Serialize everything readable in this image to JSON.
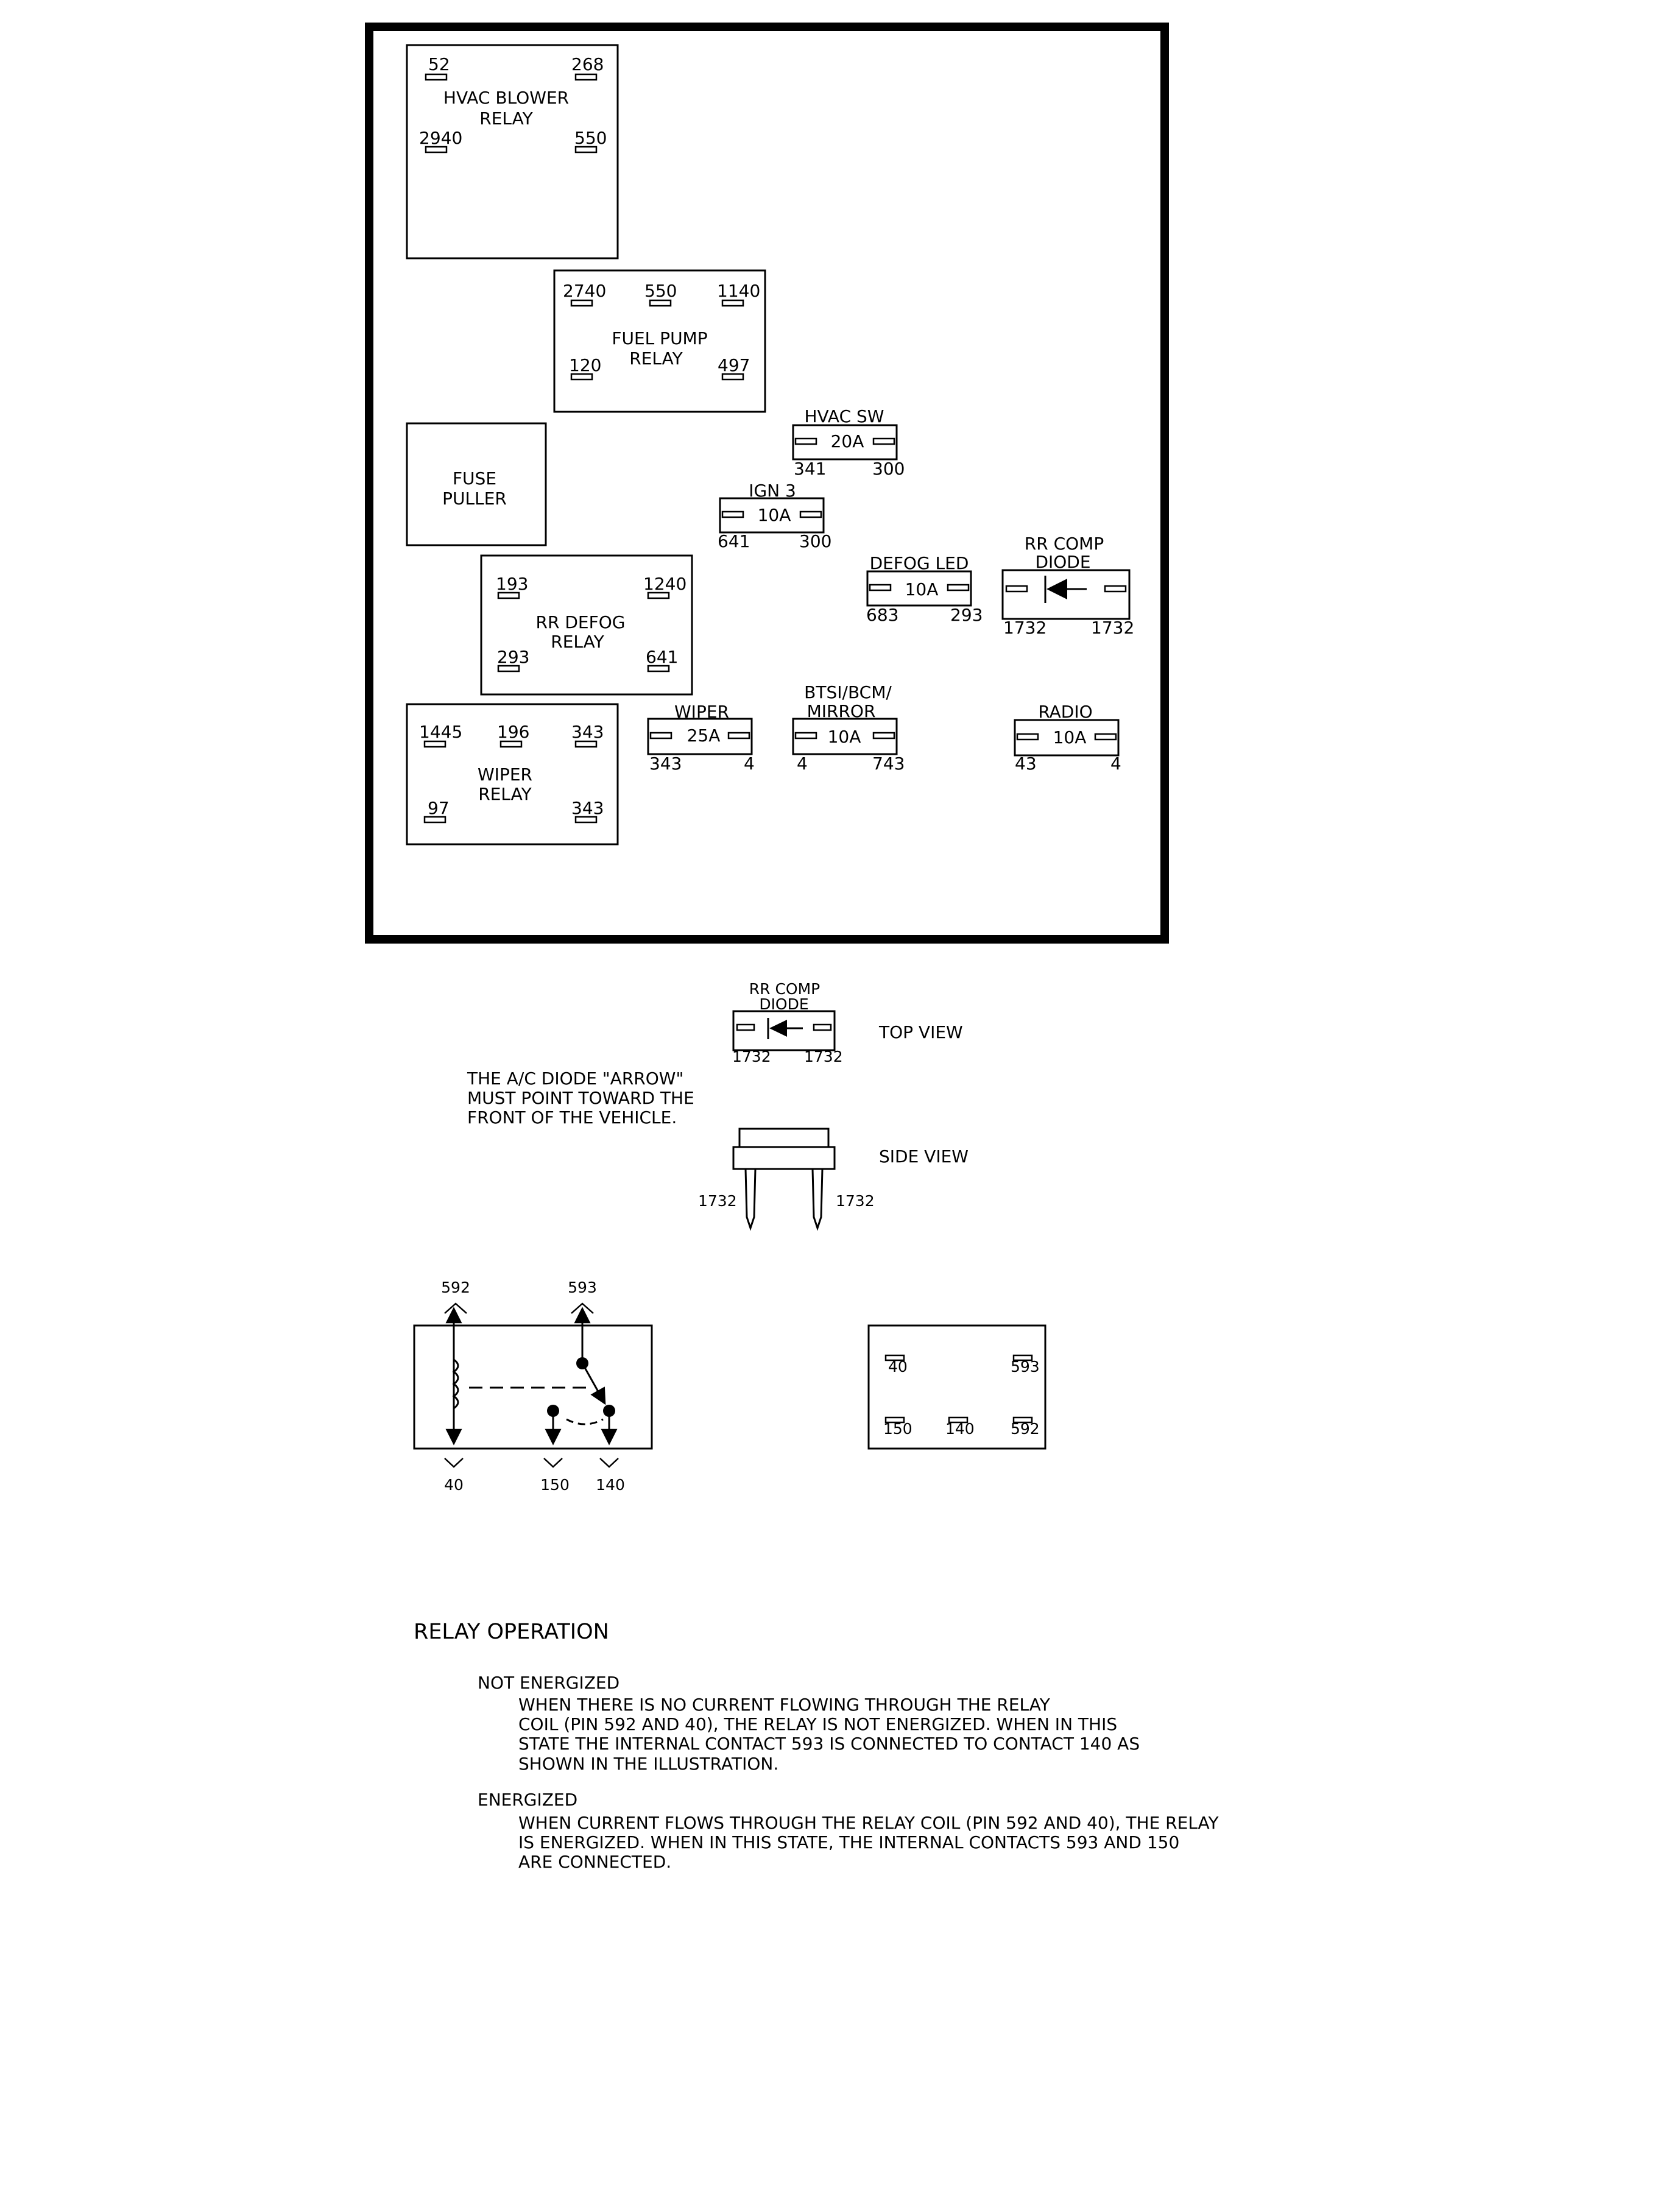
{
  "fuse_box": {
    "hvac_blower_relay": {
      "line1": "HVAC BLOWER",
      "line2": "RELAY",
      "pins": [
        "52",
        "268",
        "2940",
        "550"
      ]
    },
    "fuel_pump_relay": {
      "line1": "FUEL PUMP",
      "line2": "RELAY",
      "pins": [
        "2740",
        "550",
        "1140",
        "120",
        "497"
      ]
    },
    "fuse_puller": {
      "line1": "FUSE",
      "line2": "PULLER"
    },
    "rr_defog_relay": {
      "line1": "RR DEFOG",
      "line2": "RELAY",
      "pins": [
        "193",
        "1240",
        "293",
        "641"
      ]
    },
    "wiper_relay": {
      "line1": "WIPER",
      "line2": "RELAY",
      "pins": [
        "1445",
        "196",
        "343",
        "97",
        "343"
      ]
    },
    "hvac_sw_fuse": {
      "name": "HVAC SW",
      "rating": "20A",
      "left": "341",
      "right": "300"
    },
    "ign3_fuse": {
      "name": "IGN 3",
      "rating": "10A",
      "left": "641",
      "right": "300"
    },
    "defog_led_fuse": {
      "name": "DEFOG LED",
      "rating": "10A",
      "left": "683",
      "right": "293"
    },
    "rr_comp_diode": {
      "line1": "RR COMP",
      "line2": "DIODE",
      "left": "1732",
      "right": "1732"
    },
    "wiper_fuse": {
      "name": "WIPER",
      "rating": "25A",
      "left": "343",
      "right": "4"
    },
    "btsi_fuse": {
      "line1": "BTSI/BCM/",
      "line2": "MIRROR",
      "rating": "10A",
      "left": "4",
      "right": "743"
    },
    "radio_fuse": {
      "name": "RADIO",
      "rating": "10A",
      "left": "43",
      "right": "4"
    }
  },
  "diode_detail": {
    "line1": "RR COMP",
    "line2": "DIODE",
    "top_left": "1732",
    "top_right": "1732",
    "top_view": "TOP VIEW",
    "side_view": "SIDE VIEW",
    "side_left": "1732",
    "side_right": "1732",
    "note": [
      "THE A/C DIODE \"ARROW\"",
      "MUST POINT TOWARD THE",
      "FRONT OF THE VEHICLE."
    ]
  },
  "relay_schematic": {
    "top_left": "592",
    "top_right": "593",
    "bottom": [
      "40",
      "150",
      "140"
    ]
  },
  "relay_pinout": {
    "pins": [
      "40",
      "593",
      "150",
      "140",
      "592"
    ]
  },
  "relay_operation": {
    "title": "RELAY OPERATION",
    "not_energized": {
      "heading": "NOT ENERGIZED",
      "lines": [
        "WHEN THERE IS NO CURRENT FLOWING THROUGH THE RELAY",
        "COIL (PIN 592 AND 40), THE RELAY IS NOT ENERGIZED.  WHEN IN THIS",
        "STATE THE INTERNAL CONTACT 593 IS CONNECTED TO CONTACT 140 AS",
        "SHOWN IN THE ILLUSTRATION."
      ]
    },
    "energized": {
      "heading": "ENERGIZED",
      "lines": [
        "WHEN CURRENT FLOWS THROUGH THE RELAY COIL (PIN 592 AND 40), THE RELAY",
        "IS ENERGIZED.  WHEN IN THIS STATE, THE INTERNAL CONTACTS 593 AND 150",
        "ARE CONNECTED."
      ]
    }
  }
}
